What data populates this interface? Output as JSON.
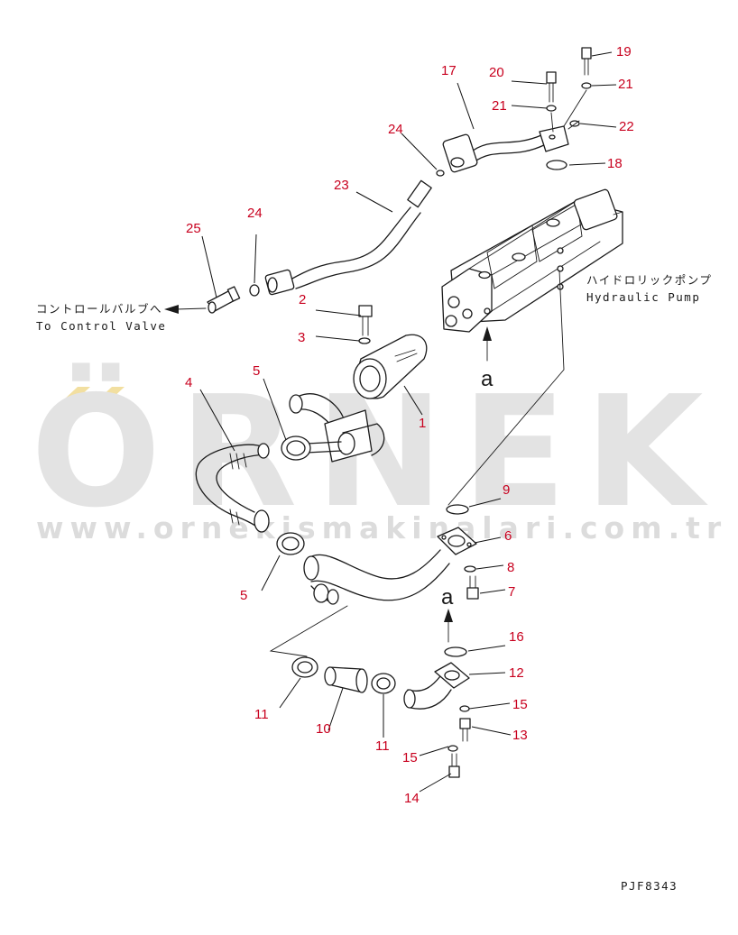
{
  "watermark": {
    "brand": "ÖRNEK",
    "url": "www.ornekismakinalari.com.tr",
    "accent_color": "#f2dfa0",
    "color": "#e3e3e3"
  },
  "labels": {
    "control_valve_jp": "コントロールバルブへ",
    "control_valve_en": "To Control Valve",
    "pump_jp": "ハイドロリックポンプ",
    "pump_en": "Hydraulic Pump",
    "view_letter_1": "a",
    "view_letter_2": "a",
    "drawing_code": "PJF8343"
  },
  "callouts": {
    "c1": "1",
    "c2": "2",
    "c3": "3",
    "c4": "4",
    "c5a": "5",
    "c5b": "5",
    "c6": "6",
    "c7": "7",
    "c8": "8",
    "c9": "9",
    "c10": "10",
    "c11a": "11",
    "c11b": "11",
    "c12": "12",
    "c13": "13",
    "c14": "14",
    "c15a": "15",
    "c15b": "15",
    "c16": "16",
    "c17": "17",
    "c18": "18",
    "c19": "19",
    "c20": "20",
    "c21a": "21",
    "c21b": "21",
    "c22": "22",
    "c23": "23",
    "c24a": "24",
    "c24b": "24",
    "c25": "25"
  },
  "colors": {
    "callout": "#c8001e",
    "line": "#1a1a1a"
  }
}
